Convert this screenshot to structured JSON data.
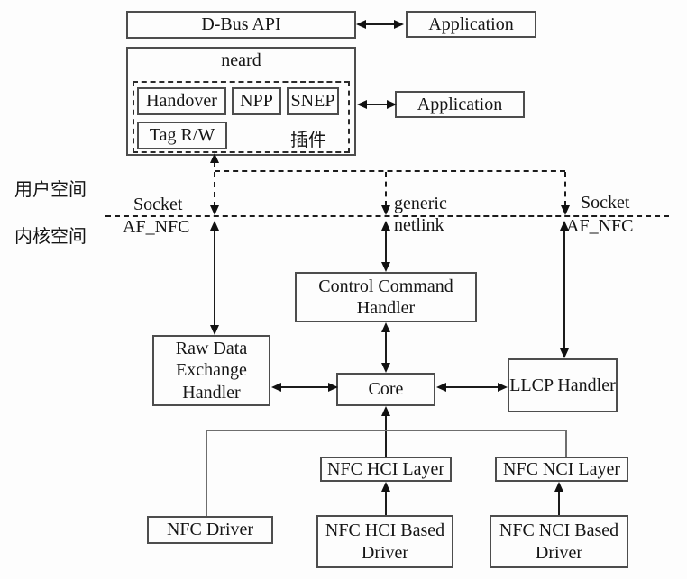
{
  "nodes": {
    "dbus_api": "D-Bus API",
    "application_top": "Application",
    "neard": "neard",
    "handover": "Handover",
    "npp": "NPP",
    "snep": "SNEP",
    "tag_rw": "Tag R/W",
    "plugin": "插件",
    "application_mid": "Application",
    "control_command_handler": "Control Command Handler",
    "raw_data_exchange_handler": "Raw Data Exchange Handler",
    "core": "Core",
    "llcp_handler": "LLCP Handler",
    "nfc_hci_layer": "NFC HCI Layer",
    "nfc_nci_layer": "NFC NCI Layer",
    "nfc_driver": "NFC Driver",
    "nfc_hci_based_driver": "NFC HCI Based Driver",
    "nfc_nci_based_driver": "NFC NCI Based Driver"
  },
  "labels": {
    "user_space": "用户空间",
    "kernel_space": "内核空间",
    "socket_left_top": "Socket",
    "socket_left_bottom": "AF_NFC",
    "generic_top": "generic",
    "generic_bottom": "netlink",
    "socket_right_top": "Socket",
    "socket_right_bottom": "AF_NFC"
  },
  "colors": {
    "background": "#fdfdfd",
    "box_border": "#4d4d4d",
    "arrow_line": "#1c1c1c",
    "connector_gray": "#6e6e6e",
    "text": "#151515"
  }
}
